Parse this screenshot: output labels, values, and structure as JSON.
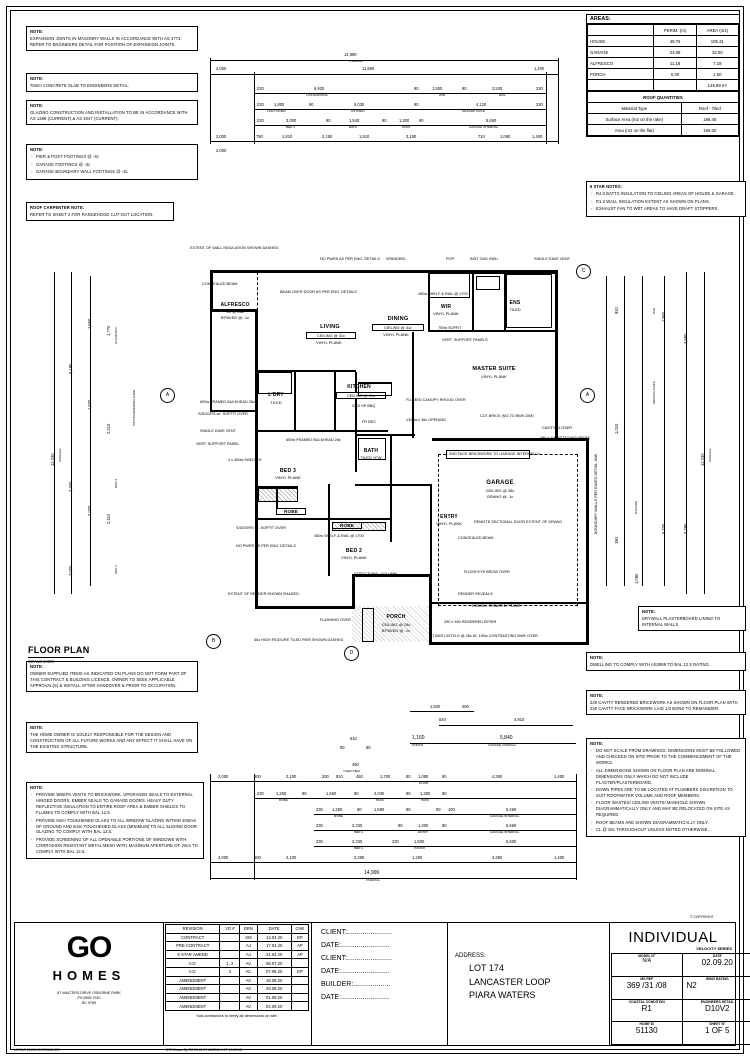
{
  "sheet": {
    "copyright": "© COPYRIGHT",
    "bottom_left_note": "LOGNO 51130 A3 DRAWINGS",
    "std_drawn": "STD Drawn By  RC 24.02.17  AMEND 4 CT 13.08.18"
  },
  "notes_left": [
    {
      "id": "expansion-joints",
      "header": "NOTE:",
      "body": [
        "EXPANSION JOINTS IN MASONRY WALLS IN ACCORDANCE WITH AS 4773. REFER TO ENGINEERS DETAIL FOR POSITION OF EXPANSION JOINTS."
      ]
    },
    {
      "id": "concrete-slab",
      "header": "NOTE:",
      "body": [
        "75mm CONCRETE SLAB TO ENGINEERS DETAIL."
      ]
    },
    {
      "id": "glazing",
      "header": "NOTE:",
      "body": [
        "GLAZING CONSTRUCTION AND INSTALLATION TO BE IN ACCORDANCE WITH AS 1288 (CURRENT) & AS 2047 (CURRENT)."
      ]
    },
    {
      "id": "footings",
      "header": "NOTE:",
      "bullets": [
        "PIER & POST FOOTINGS @ -3c",
        "GARAGE FOOTINGS @ -3c",
        "GARAGE BOUNDARY WALL FOOTINGS @ -3c"
      ]
    },
    {
      "id": "roof-carpenter",
      "header": "ROOF CARPENTER NOTE:",
      "body": [
        "REFER TO SHEET 2 FOR RANGEHOOD CUT-OUT LOCATION."
      ]
    }
  ],
  "notes_bottom_left": [
    {
      "id": "owner-supplied",
      "header": "NOTE:",
      "body": [
        "OWNER SUPPLIED ITEMS AS INDICATED ON PLANS DO NOT FORM PART OF THIS CONTRACT & BUILDING LICENCE. OWNER TO SEEK APPLICABLE APPROVAL(S) & INSTALL AFTER HANDOVER & PRIOR TO OCCUPATION."
      ]
    },
    {
      "id": "home-owner-responsible",
      "header": "NOTE:",
      "body": [
        "THE HOME OWNER IS SOLELY RESPONSIBLE FOR THE DESIGN AND CONSTRUCTION OF ALL FUTURE WORKS AND ANY EFFECT IT SHALL HAVE ON THE EXISTING STRUCTURE."
      ]
    },
    {
      "id": "bal-requirements",
      "header": "NOTE:",
      "bullets": [
        "PROVIDE WEEPA VENTS TO BRICKWORK. UPGRADED SEALS TO EXTERNAL HINGED DOORS. EMBER SEALS TO GARAGE DOORS. HEAVY DUTY REFLECTIVE INSULATION TO ENTIRE ROOF AREA & EMBER SHIELDS TO FLUMES TO COMPLY WITH BAL 12.5.",
        "PROVIDE 5mm TOUGHENED GLASS TO ALL WINDOW GLAZING WITHIN 400mm OF GROUND AND 5mm TOUGHENED GLASS (MINIMUM) TO ALL SLIDING DOOR GLAZING TO COMPLY WITH BAL 12.5.",
        "PROVIDE SCREENING OF ALL OPENABLE PORTIONS OF WINDOWS WITH CORROSION RESISTANT METAL MESH WITH MAXIMUM APERTURE OF 2mm TO COMPLY WITH BAL 12.5."
      ]
    }
  ],
  "notes_right": [
    {
      "id": "drywall",
      "header": "NOTE:",
      "body": [
        "DRYWALL PLASTERBOARD LINING TO INTERNAL WALLS."
      ]
    },
    {
      "id": "bal-rating",
      "header": "NOTE:",
      "body": [
        "DWELLING TO COMPLY WITH AS3959 TO BAL 12.5 RATING."
      ]
    },
    {
      "id": "rendered-brickwork",
      "header": "NOTE:",
      "body": [
        "230 CAVITY RENDERED BRICKWORK AS SHOWN ON FLOOR PLAN WITH 230 CAVITY FACE BRICKWORK LAID 1/3 BOND TO REMAINDER."
      ]
    },
    {
      "id": "general-notes",
      "header": "NOTE:",
      "bullets": [
        "DO NOT SCALE FROM DRAWINGS. DIMENSIONS MUST BE FOLLOWED AND CHECKED ON SITE PRIOR TO THE COMMENCEMENT OF THE WORKS.",
        "ALL DIMENSIONS SHOWN ON FLOOR PLAN ARE NOMINAL DIMENSIONS ONLY WHICH DO NOT INCLUDE PLASTER/PLASTERBOARD.",
        "DOWN PIPES ARE TO BE LOCATED AT PLUMBERS DISCRETION TO SUIT ROOFWATER VOLUME AND ROOF MEMBERS.",
        "FLOOR WASTES/ CEILING VENTS/ MANHOLE SHOWN DIAGRAMMATICALLY ONLY AND MAY BE RELOCATED ON SITE AS REQUIRED",
        "ROOF BEAMS ARE SHOWN DIAGRAMMATICALLY ONLY.",
        "CL @ 28c THROUGHOUT UNLESS NOTED OTHERWISE."
      ]
    }
  ],
  "star_notes": {
    "header": "6 STAR NOTES:",
    "bullets": [
      "R4.0 BATTS INSULATION TO CEILING AREAS OF HOUSE & GARAGE.",
      "R1.3 WALL INSULATION  EXTENT AS SHOWN ON PLANS.",
      "EXHAUST FAN TO WET AREAS TO HAVE DRAFT STOPPERS."
    ]
  },
  "areas_table": {
    "title": "AREAS:",
    "columns": [
      "",
      "PERIM. (m)",
      "AREA (m2)"
    ],
    "rows": [
      [
        "HOUSE",
        "49.76",
        "105.31"
      ],
      [
        "GARAGE",
        "23.08",
        "32.90"
      ],
      [
        "ALFRESCO",
        "11.18",
        "7.18"
      ],
      [
        "PORCH",
        "6.00",
        "1.50"
      ],
      [
        "",
        "",
        "146.89 m²"
      ]
    ]
  },
  "roof_quantities": {
    "title": "ROOF QUANTITIES",
    "rows": [
      [
        "Material Type",
        "Roof - Tiled"
      ],
      [
        "Surface Area (m2 on the rake)",
        "186.45"
      ],
      [
        "Area (m2 on the flat)",
        "169.00"
      ]
    ]
  },
  "plan": {
    "title": "FLOOR PLAN",
    "scale": "SCALE 1:100",
    "rooms": [
      {
        "name": "ALFRESCO",
        "ceiling": "CL @ 28c",
        "finish": "B'PAVED @ -1c"
      },
      {
        "name": "LIVING",
        "ceiling": "CEILING @ 31c",
        "finish": "VINYL PLANK"
      },
      {
        "name": "DINING",
        "ceiling": "CEILING @ 31c",
        "finish": "VINYL PLANK"
      },
      {
        "name": "KITCHEN",
        "ceiling": "CEILING @ 31c",
        "finish": ""
      },
      {
        "name": "L'DRY",
        "ceiling": "",
        "finish": "TILED"
      },
      {
        "name": "MASTER SUITE",
        "ceiling": "",
        "finish": "VINYL PLANK"
      },
      {
        "name": "WIR",
        "ceiling": "",
        "finish": "VINYL PLANK"
      },
      {
        "name": "ENS",
        "ceiling": "",
        "finish": "TILED"
      },
      {
        "name": "BATH",
        "ceiling": "",
        "finish": "TILED  +FW"
      },
      {
        "name": "BED 3",
        "ceiling": "",
        "finish": "VINYL PLANK"
      },
      {
        "name": "BED 2",
        "ceiling": "",
        "finish": "VINYL PLANK"
      },
      {
        "name": "ROBE",
        "ceiling": "",
        "finish": ""
      },
      {
        "name": "ENTRY",
        "ceiling": "",
        "finish": "VINYL PLANK"
      },
      {
        "name": "PORCH",
        "ceiling": "CEILING @ 28c",
        "finish": "B'PAVED @ -1c"
      },
      {
        "name": "GARAGE",
        "ceiling": "CEILING @ 28c",
        "finish": "GRANO @ -1c"
      }
    ],
    "annotations": [
      "EXTENT OF WALL INSULATION SHOWN DASHED",
      "NO PWRS AS PER ENG. DETAILS",
      "SPANDREL",
      "POP",
      "INST GAS HWU",
      "SINGLE EAVE VENT",
      "CONCEALED BEAM",
      "BEAM OVER DOOR AS PER ENG. DETAILS",
      "450w SHELF & RAIL @ 1700",
      "600w FRAMED BULKHEAD 28c",
      "S/DOORS w/- SOFFIT OVER",
      "SINGLE EAVE VENT",
      "VERT. SUPPORT PANEL",
      "600w FRAMED BULKHEAD 28c",
      "4 x 450w SHELVES",
      "700w SOFFIT",
      "VERT. SUPPORT PANELS",
      "FLUMED CANOPY RHOOD OVER",
      "1300w x 35c OPENING",
      "CUT BRICK (NO TO BWK DIM)",
      "2ND FACE BRICKWORK TO GARAGE INTERNALLY.",
      "290 x 100 ATTACHED PIERS",
      "CAVITY CLOSER",
      "CONCEALED BEAM",
      "REMOTE SECTIONAL DOOR",
      "EXTENT OF GRANO",
      "BOUNDARY WALLS PER EAVES DETAIL 36W",
      "FLUSH EYE BROW OVER",
      "RENDER REVEALS",
      "DOUBLE REBATED FRAME",
      "290 x 390 RENDERED B'PIER",
      "T-BAR LINTELS @ 28c W- 190w CONTRASTING BWK OVER",
      "EXTENT OF RENDER SHOWN SHADED",
      "FLASHING OVER",
      "35c HIGH FEATURE TILED PIER SHOWN DASHED",
      "NO PWRS AS PER ENG. DETAILS",
      "STRUCTURAL COLUMN",
      "450w SHELF & RAIL @ 1700",
      "S/DOORS w/- SOFFIT OVER",
      "D'RIGHT 0 P",
      "FR REC",
      "GAS HP BBQ"
    ],
    "grid_circles": [
      "A",
      "A",
      "B",
      "B",
      "C",
      "D"
    ],
    "dims_top": {
      "overall": {
        "value": "14,990",
        "sub": "OVERALL"
      },
      "row2": [
        "2,000",
        "11,590",
        "1,400"
      ],
      "row3": [
        "230",
        "6,920",
        "90",
        "1,500",
        "90",
        "2,530",
        "230"
      ],
      "row3_sub": [
        "",
        "LIVING/DINING",
        "",
        "WIR",
        "",
        "ENS",
        ""
      ],
      "row4": [
        "230",
        "1,800",
        "90",
        "5,030",
        "90",
        "4,120",
        "230"
      ],
      "row4_sub": [
        "",
        "L'DRY/LINEN",
        "",
        "KITCHEN",
        "",
        "MASTER SUITE",
        ""
      ],
      "row5": [
        "230",
        "3,000",
        "90",
        "1,540",
        "90",
        "1,300",
        "90",
        "5,660"
      ],
      "row5_sub": [
        "",
        "BED 3",
        "",
        "BATH",
        "",
        "PASS",
        "",
        "GARAGE INTERNAL"
      ],
      "row6": [
        "2,000",
        "790",
        "1,810",
        "2,150",
        "1,810",
        "3,190",
        "710",
        "1,090",
        "1,400"
      ],
      "row7": [
        "2,000"
      ]
    },
    "dims_bottom": {
      "row_a": [
        "1,500",
        "200"
      ],
      "row_b": [
        "540",
        "4,910"
      ],
      "row_c": [
        "1,160",
        "5,840"
      ],
      "row_c_sub": [
        "PORCH",
        "GARAGE OVERALL"
      ],
      "row_tiled": [
        "610",
        "90",
        "90",
        "450"
      ],
      "row_tiled_sub": "TILED PIER",
      "row_d": [
        "2,000",
        "500",
        "2,100",
        "200",
        "810",
        "450",
        "1,700",
        "80",
        "1,080",
        "90",
        "4,350",
        "1,400"
      ],
      "row_d_sub": "DOOR",
      "row_e": [
        "230",
        "1,250",
        "90",
        "1,660",
        "90",
        "2,030",
        "90",
        "1,300",
        "90"
      ],
      "row_e_sub": [
        "ROBE",
        "PASS",
        "PASS"
      ],
      "row_f": [
        "230",
        "1,250",
        "90",
        "1,590",
        "90",
        "90",
        "100",
        "5,460"
      ],
      "row_f_sub": [
        "ROBE",
        "GARAGE INTERNAL"
      ],
      "row_g": [
        "230",
        "2,330",
        "90",
        "1,300",
        "90",
        "5,660"
      ],
      "row_g_sub": [
        "BED 2",
        "ENTRY",
        "GARAGE INTERNAL"
      ],
      "row_h": [
        "230",
        "2,330",
        "230",
        "1,500",
        "5,500"
      ],
      "row_h_sub": [
        "BED 2",
        "PORCH"
      ],
      "row_i": [
        "2,000",
        "500",
        "2,100",
        "3,390",
        "1,250",
        "4,350",
        "1,400"
      ],
      "overall": {
        "value": "14,990",
        "sub": "OVERALL"
      }
    },
    "dims_left": {
      "overall": {
        "value": "13,230",
        "sub": "OVERALL"
      },
      "col": [
        "6,190",
        "3,300",
        "3,000"
      ],
      "values": [
        "1,650",
        "1,600",
        "2,000",
        "1,770",
        "2,210",
        "2,110",
        "230",
        "90",
        "230"
      ],
      "labels": [
        "ALFRESCO",
        "KITCHEN/DINING/LIVING",
        "BED 3",
        "BED 2"
      ]
    },
    "dims_right": {
      "overall": {
        "value": "13,230",
        "sub": "OVERALL"
      },
      "values": [
        "1,900",
        "3,890",
        "5,790",
        "5,700",
        "910",
        "1,010",
        "190",
        "1,090",
        "5,790"
      ],
      "labels": [
        "WIR",
        "MASTER SUITE",
        "GARAGE"
      ]
    }
  },
  "title_block": {
    "logo": {
      "mark": "GO",
      "word": "HOMES",
      "address": "67 WALTERS DRIVE  OSBORNE PARK\nPH  6555 7510\nBC 9769"
    },
    "revision": {
      "columns": [
        "REVISION",
        "VO #",
        "DRN",
        "DATE",
        "CHK"
      ],
      "rows": [
        [
          "CONTRACT",
          "",
          "SM",
          "13.04.20",
          "EP"
        ],
        [
          "PRE-CONTRACT",
          "",
          "AJ",
          "17.04.20",
          "AP"
        ],
        [
          "6 STAR AMEND",
          "",
          "AJ",
          "21.04.20",
          "AP"
        ],
        [
          "V.O.",
          "1, 2",
          "AV",
          "06.07.20",
          ""
        ],
        [
          "V.O.",
          "3",
          "AC",
          "07.08.20",
          "EP"
        ],
        [
          "AMENDMENT",
          "",
          "AV",
          "18.08.20",
          ""
        ],
        [
          "AMENDMENT",
          "",
          "AV",
          "28.08.20",
          ""
        ],
        [
          "AMENDMENT",
          "",
          "AV",
          "01.09.20",
          ""
        ],
        [
          "AMENDMENT",
          "",
          "AV",
          "02.09.20",
          ""
        ]
      ],
      "footer": "Sub-contractors to verify all dimensions on site."
    },
    "signatures": [
      {
        "label": "CLIENT:......................."
      },
      {
        "label": "DATE:........................."
      },
      {
        "label": "CLIENT:......................."
      },
      {
        "label": "DATE:........................."
      },
      {
        "label": "BUILDER:..................."
      },
      {
        "label": "DATE:........................."
      }
    ],
    "address": {
      "label": "ADDRESS:",
      "lines": [
        "LOT 174",
        "LANCASTER LOOP",
        "PIARA WATERS"
      ]
    },
    "plan_name": "INDIVIDUAL",
    "series": "VELOCITY SERIES",
    "meta": [
      {
        "key": "MODEL N°",
        "value": "N/A",
        "small": true
      },
      {
        "key": "DATE",
        "value": "02.09.20"
      },
      {
        "key": "MS REF",
        "value": "369 /31 /08"
      },
      {
        "key": "WIND RATING",
        "value": "N2"
      },
      {
        "key": "COASTAL CONDITION",
        "value": "R1"
      },
      {
        "key": "ENGINEERS DETAIL",
        "value": "D10V2"
      },
      {
        "key": "HOME ID",
        "value": "51130"
      },
      {
        "key": "SHEET N°",
        "value": "1 OF 5"
      }
    ]
  }
}
